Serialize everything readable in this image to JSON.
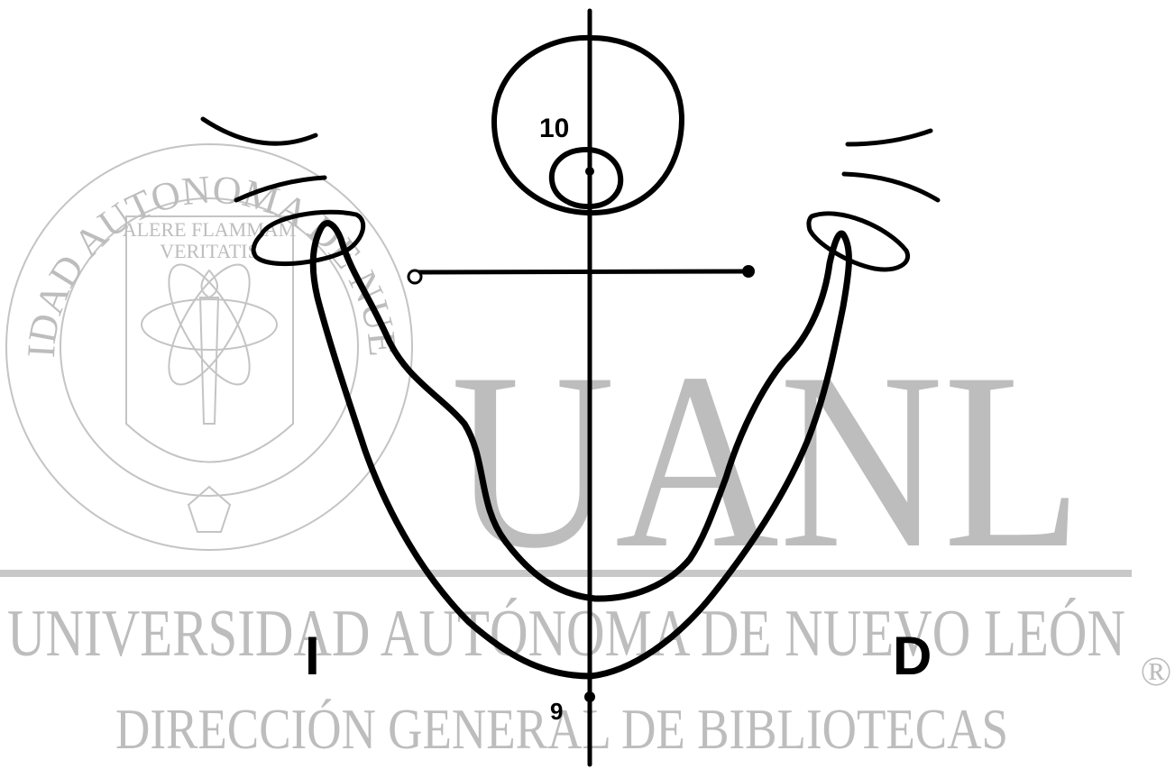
{
  "watermark": {
    "seal_ring_text": "UNIVERSIDAD AUTONOMA DE NUEVO LEON",
    "seal_motto_line1": "ALERE FLAMMAM",
    "seal_motto_line2": "VERITATIS",
    "big_letters": "UANL",
    "line1": "UNIVERSIDAD AUTÓNOMA DE NUEVO LEÓN",
    "line2": "DIRECCIÓN GENERAL DE BIBLIOTECAS",
    "registered_mark": "®",
    "color": "#bdbdbd"
  },
  "diagram": {
    "label_point_top": "10",
    "label_point_bottom": "9",
    "label_left": "I",
    "label_right": "D",
    "stroke_color": "#000000"
  }
}
